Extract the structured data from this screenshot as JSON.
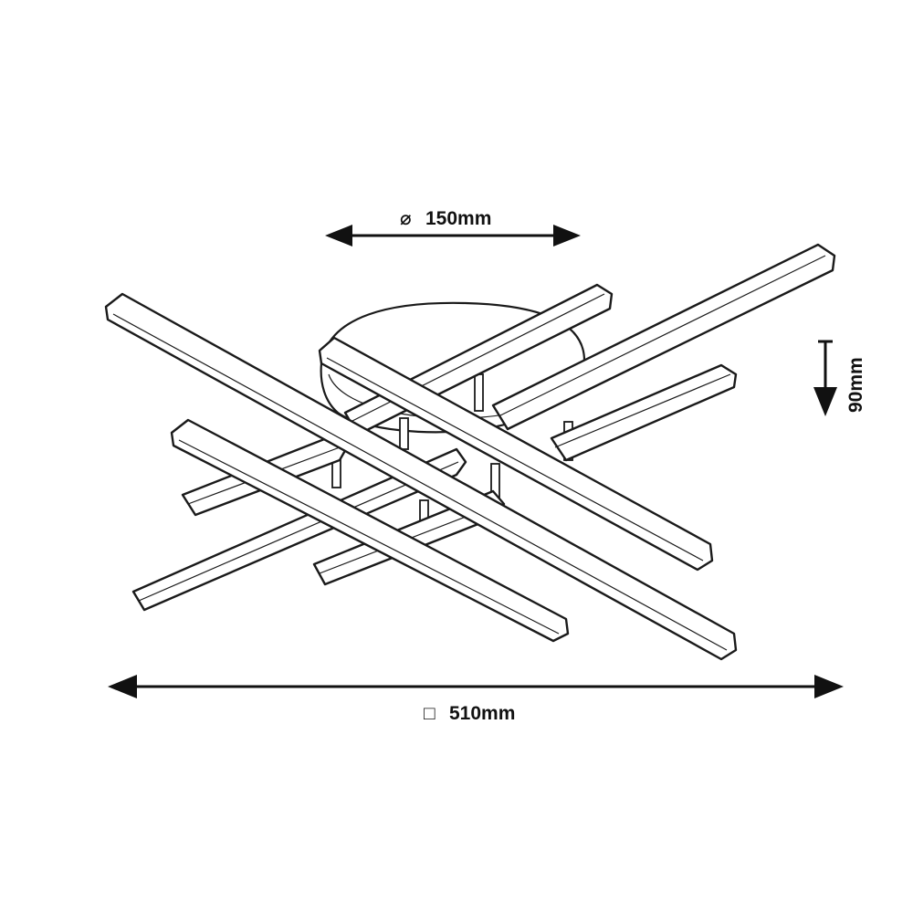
{
  "dimensions": {
    "diameter": {
      "label": "150mm",
      "symbol": "⌀"
    },
    "height": {
      "label": "90mm"
    },
    "width": {
      "label": "510mm",
      "symbol": "□"
    }
  },
  "colors": {
    "line": "#1a1a1a",
    "background": "#ffffff"
  }
}
